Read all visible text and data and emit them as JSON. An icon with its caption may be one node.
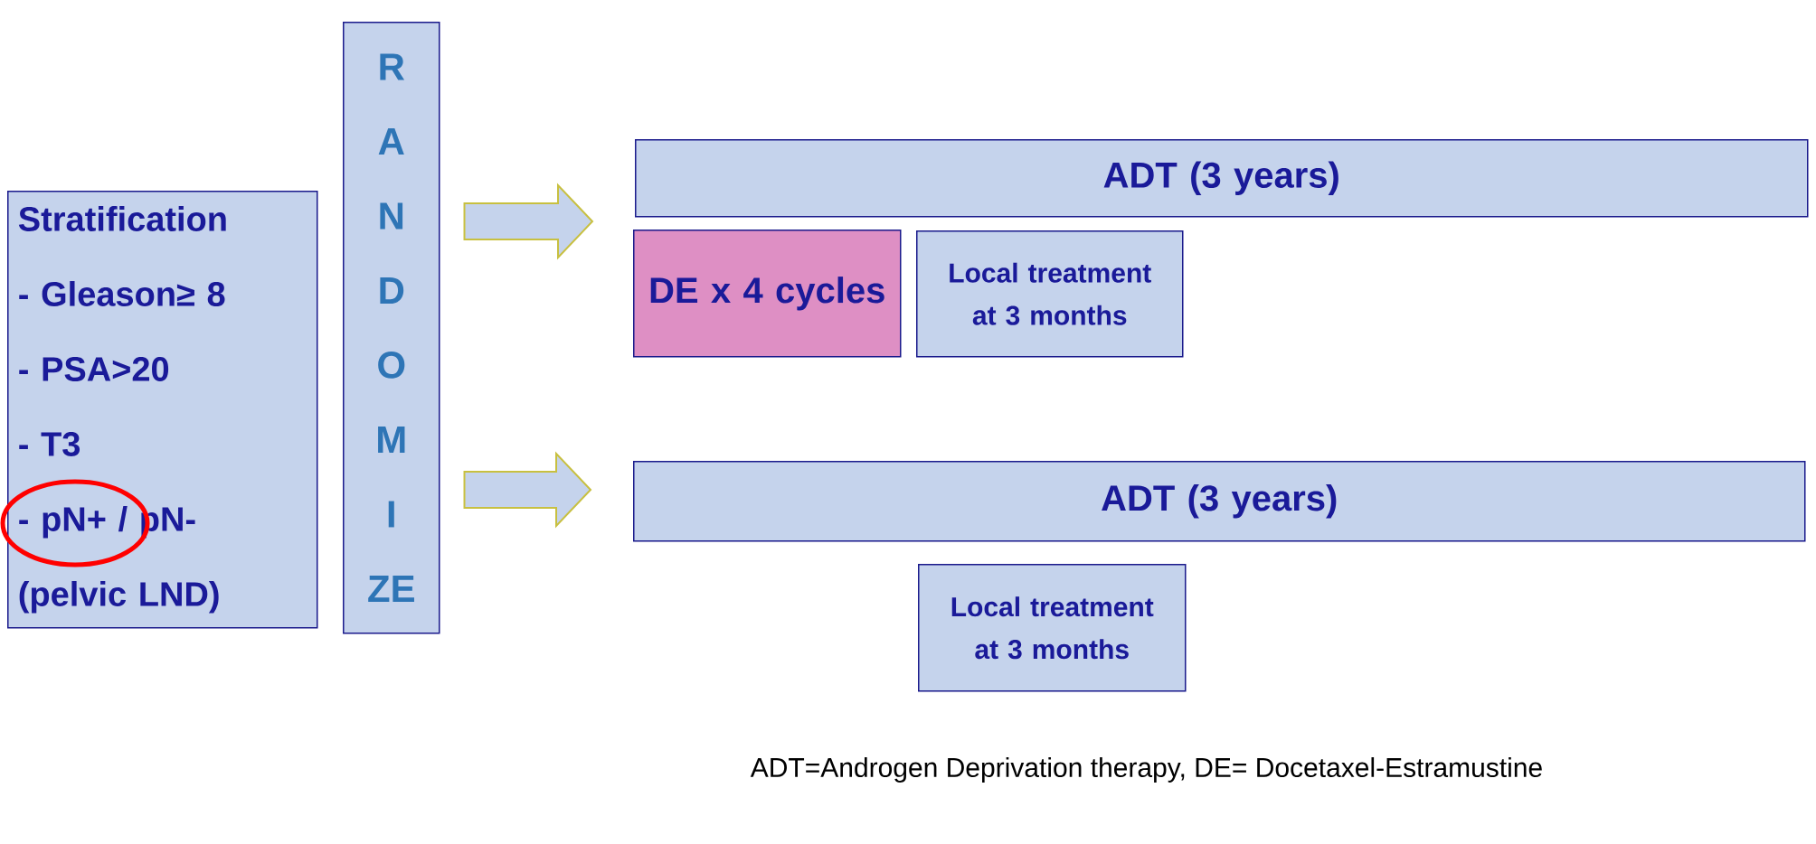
{
  "diagram": {
    "nodes": [
      {
        "text": [
          "Stratification",
          "- Gleason≥ 8",
          "- PSA>20",
          "- T3",
          "- pN+ / pN- (pelvic LND)"
        ]
      },
      {
        "text": [
          "R",
          "A",
          "N",
          "D",
          "O",
          "M",
          "I",
          "ZE"
        ]
      },
      {
        "text": [
          "ADT (3 years)"
        ]
      },
      {
        "text": [
          "DE x 4 cycles"
        ]
      },
      {
        "text": [
          "Local treatment at 3 months"
        ]
      },
      {
        "text": [
          "ADT (3 years)"
        ]
      },
      {
        "text": [
          "Local treatment at 3 months"
        ]
      }
    ],
    "edges": [
      {
        "from": 1,
        "to": 2,
        "arrow": "to"
      },
      {
        "from": 1,
        "to": 5,
        "arrow": "to"
      }
    ],
    "labels": [
      "ADT=Androgen Deprivation therapy, DE= Docetaxel-Estramustine"
    ]
  }
}
